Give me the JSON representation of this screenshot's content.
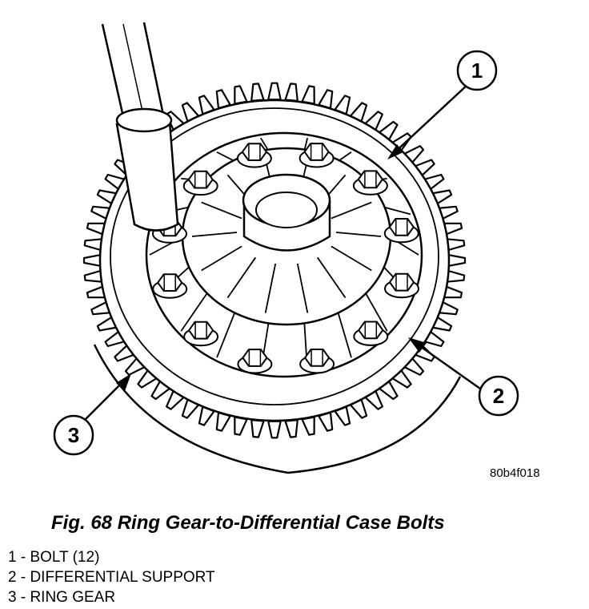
{
  "figure": {
    "code": "80b4f018",
    "caption": "Fig. 68 Ring Gear-to-Differential Case Bolts"
  },
  "callouts": [
    {
      "number": "1"
    },
    {
      "number": "2"
    },
    {
      "number": "3"
    }
  ],
  "legend": [
    "1 - BOLT (12)",
    "2 - DIFFERENTIAL SUPPORT",
    "3 - RING GEAR"
  ]
}
